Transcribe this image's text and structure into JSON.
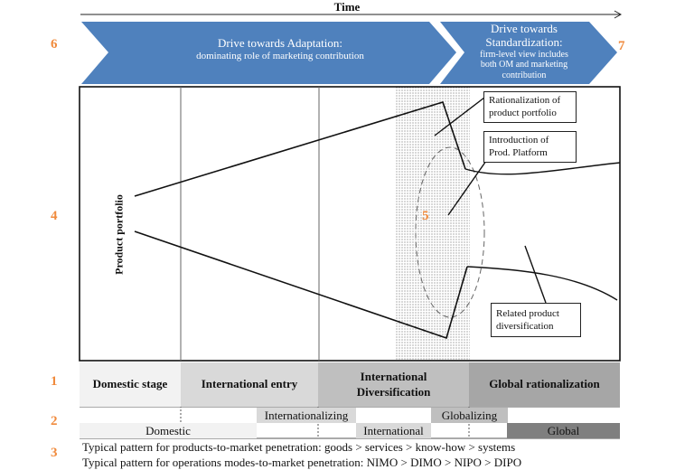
{
  "header": {
    "time_label": "Time"
  },
  "markers": {
    "m1": "1",
    "m2": "2",
    "m3": "3",
    "m4": "4",
    "m5": "5",
    "m6": "6",
    "m7": "7"
  },
  "chevrons": {
    "adaptation": {
      "title": "Drive towards Adaptation:",
      "subtitle": "dominating role of marketing contribution",
      "color": "#4f81bd"
    },
    "standardization": {
      "line1": "Drive towards",
      "line2": "Standardization:",
      "line3": "firm-level view includes",
      "line4": "both OM and marketing",
      "line5": "contribution",
      "color": "#4f81bd"
    }
  },
  "diagram": {
    "y_axis_label": "Product portfolio",
    "callouts": {
      "rationalization": {
        "line1": "Rationalization  of",
        "line2": "product portfolio"
      },
      "platform": {
        "line1": "Introduction of",
        "line2": "Prod. Platform"
      },
      "related": {
        "line1": "Related product",
        "line2": "diversification"
      }
    }
  },
  "stages": [
    {
      "label": "Domestic stage",
      "color": "#f2f2f2"
    },
    {
      "label": "International entry",
      "color": "#d9d9d9"
    },
    {
      "label_line1": "International",
      "label_line2": "Diversification",
      "color": "#bfbfbf"
    },
    {
      "label": "Global rationalization",
      "color": "#a6a6a6"
    }
  ],
  "transitions": [
    {
      "label": "Internationalizing",
      "color": "#d9d9d9"
    },
    {
      "label": "Globalizing",
      "color": "#bfbfbf"
    }
  ],
  "states": [
    {
      "label": "Domestic",
      "color": "#f2f2f2"
    },
    {
      "label": "International",
      "color": "#d9d9d9"
    },
    {
      "label": "Global",
      "color": "#7f7f7f"
    }
  ],
  "patterns": {
    "products": "Typical pattern for products-to-market penetration: goods > services > know-how > systems",
    "operations": "Typical pattern for operations modes-to-market penetration: NIMO > DIMO > NIPO > DIPO"
  }
}
